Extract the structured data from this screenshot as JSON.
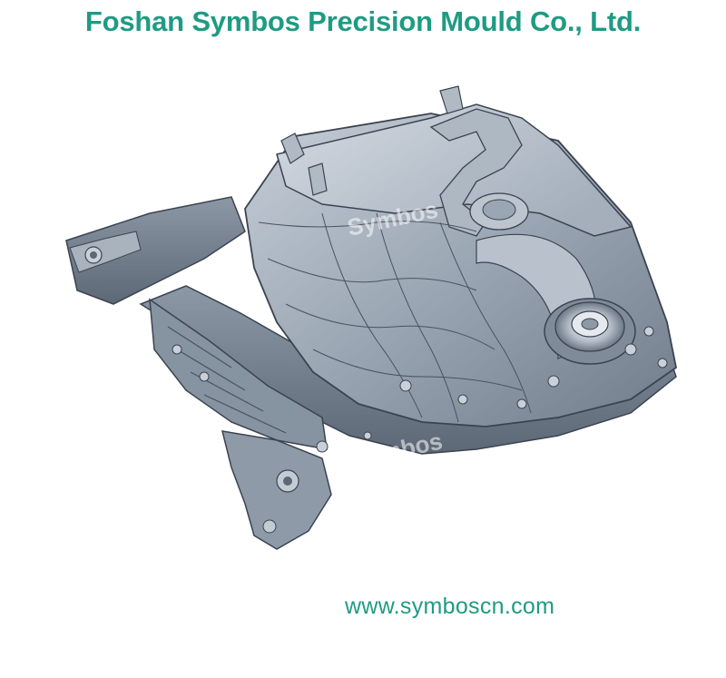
{
  "header": {
    "company_name": "Foshan Symbos Precision Mould Co., Ltd."
  },
  "product_image": {
    "subject": "oil-pan-casting",
    "watermark_text": "Symbos",
    "colors": {
      "body": "#9aa6b3",
      "shade": "#6f7c8a",
      "edge": "#3b4350",
      "highlight": "#d7dde4"
    }
  },
  "footer": {
    "website": "www.symboscn.com"
  },
  "colors": {
    "accent": "#1f9b83",
    "background": "#ffffff"
  }
}
